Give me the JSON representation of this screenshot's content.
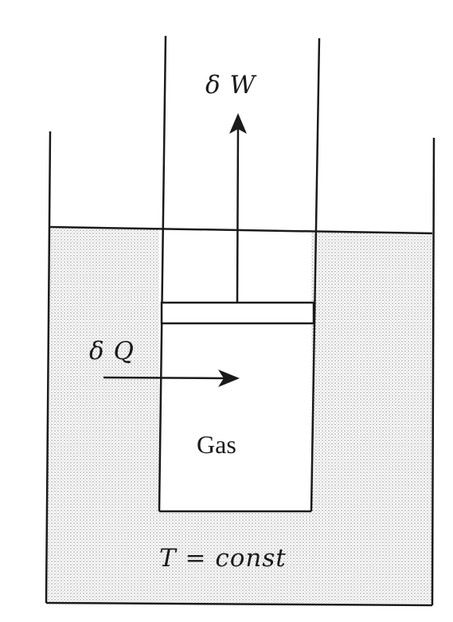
{
  "labels": {
    "work": "δ W",
    "heat": "δ Q",
    "gas": "Gas",
    "bath": "T = const"
  },
  "colors": {
    "ink": "#1a1a1a",
    "bath_fill": "#d9d9d9"
  }
}
